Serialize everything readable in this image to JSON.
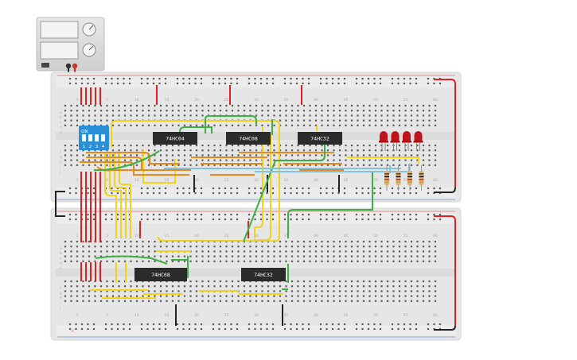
{
  "power_supply": {
    "colors": {
      "body": "#d9d9d9",
      "display": "#eaeaea",
      "terminal_pos": "#c0392b",
      "terminal_neg": "#333333"
    }
  },
  "breadboards": {
    "top": {
      "column_numbers": [
        "1",
        "5",
        "10",
        "15",
        "20",
        "25",
        "30",
        "35",
        "40",
        "45",
        "50",
        "55",
        "60"
      ],
      "row_letters_upper": [
        "a",
        "b",
        "c",
        "d",
        "e"
      ],
      "row_letters_lower": [
        "f",
        "g",
        "h",
        "i",
        "j"
      ]
    },
    "bottom": {
      "column_numbers": [
        "1",
        "5",
        "10",
        "15",
        "20",
        "25",
        "30",
        "35",
        "40",
        "45",
        "50",
        "55",
        "60"
      ],
      "row_letters_upper": [
        "a",
        "b",
        "c",
        "d",
        "e"
      ],
      "row_letters_lower": [
        "f",
        "g",
        "h",
        "i",
        "j"
      ]
    }
  },
  "chips": {
    "top_left": "74HC04",
    "top_middle": "74HC08",
    "top_right": "74HC32",
    "bottom_left": "74HC08",
    "bottom_right": "74HC32"
  },
  "dip_switch": {
    "on_label": "ON",
    "positions": [
      "1",
      "2",
      "3",
      "4"
    ],
    "color": "#2a8fd6"
  },
  "leds": {
    "count": 4,
    "color": "#c0141b"
  },
  "resistors": {
    "count": 4
  },
  "wire_colors": {
    "power": "#e02020",
    "ground": "#222222",
    "yellow": "#f2d21b",
    "orange": "#e8891c",
    "green": "#3cb043",
    "blue": "#7fc3df"
  }
}
